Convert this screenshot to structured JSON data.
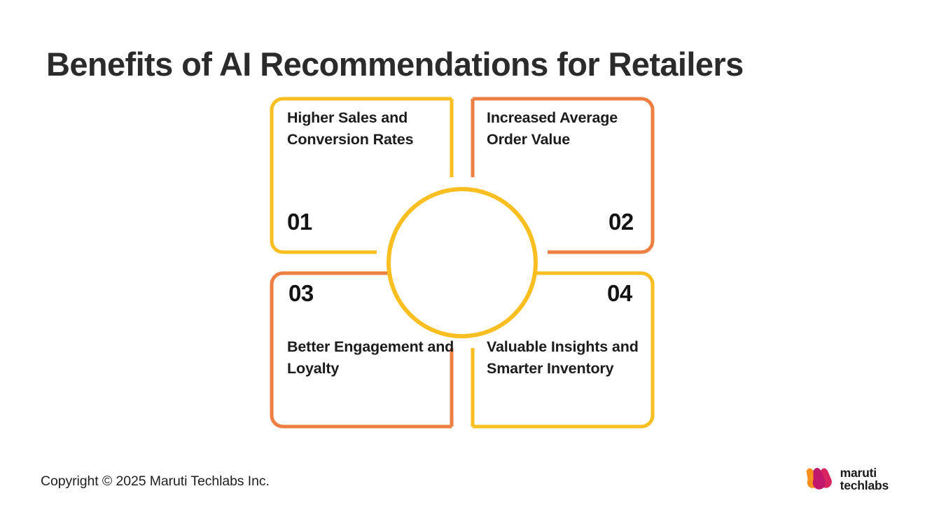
{
  "page": {
    "title": "Benefits of AI Recommendations for Retailers",
    "background": "#FFFFFF"
  },
  "colors": {
    "yellow": "#F9BE20",
    "orange": "#EE7F42",
    "text_dark": "#1C1C1C",
    "title": "#2B2B2B",
    "logo_orange": "#F7901E",
    "logo_crimson": "#D8255F",
    "logo_magenta": "#C2186C"
  },
  "diagram": {
    "type": "four-quadrant-cycle",
    "center": {
      "shape": "circle-ring",
      "color": "#F9BE20"
    },
    "quadrants": [
      {
        "number": "01",
        "heading": "Higher Sales and Conversion Rates",
        "color": "#F9BE20",
        "position": "top-left",
        "rounded_corner": "bottom-left"
      },
      {
        "number": "02",
        "heading": "Increased Average Order Value",
        "color": "#EE7F42",
        "position": "top-right",
        "rounded_corner": "bottom-right"
      },
      {
        "number": "03",
        "heading": "Better Engagement and Loyalty",
        "color": "#EE7F42",
        "position": "bottom-left",
        "rounded_corner": "top-left"
      },
      {
        "number": "04",
        "heading": "Valuable Insights and Smarter Inventory",
        "color": "#F9BE20",
        "position": "bottom-right",
        "rounded_corner": "top-right"
      }
    ]
  },
  "footer": {
    "copyright": "Copyright © 2025 Maruti Techlabs Inc.",
    "logo": {
      "name": "maruti-techlabs-logo",
      "line1": "maruti",
      "line2": "techlabs"
    }
  }
}
